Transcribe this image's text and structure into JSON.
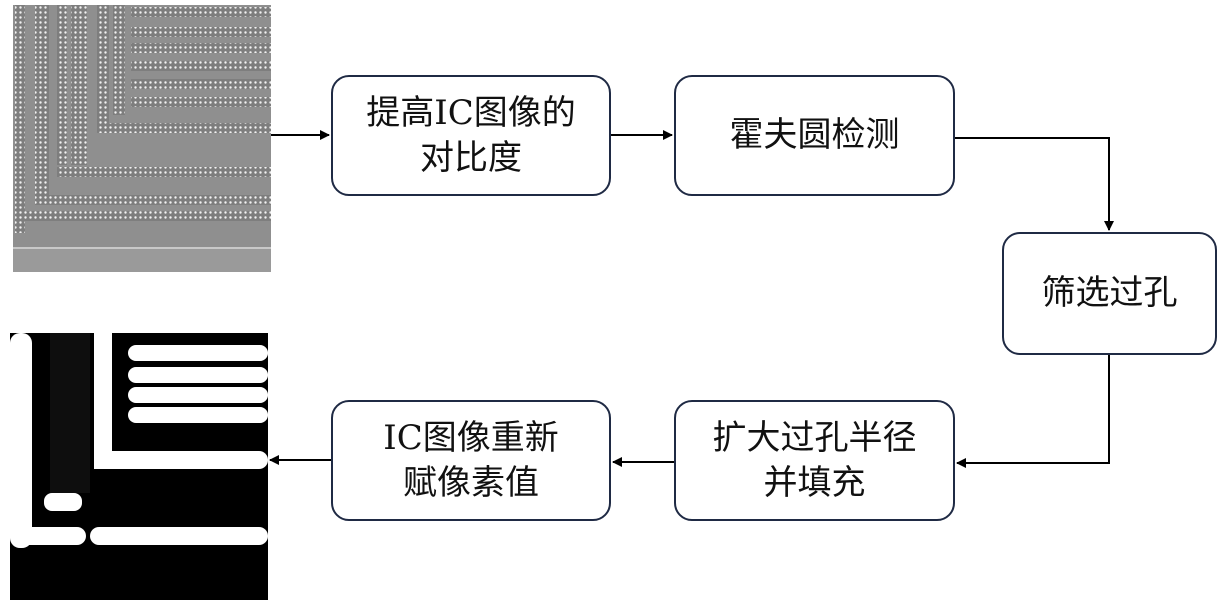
{
  "nodes": {
    "n1": "提高IC图像的\n对比度",
    "n2": "霍夫圆检测",
    "n3": "筛选过孔",
    "n4": "扩大过孔半径\n并填充",
    "n5": "IC图像重新\n赋像素值"
  },
  "colors": {
    "border": "#1f2a44",
    "arrow": "#000000",
    "sem_bg": "#8f8f8f",
    "binary_fg": "#ffffff",
    "binary_bg": "#000000"
  }
}
